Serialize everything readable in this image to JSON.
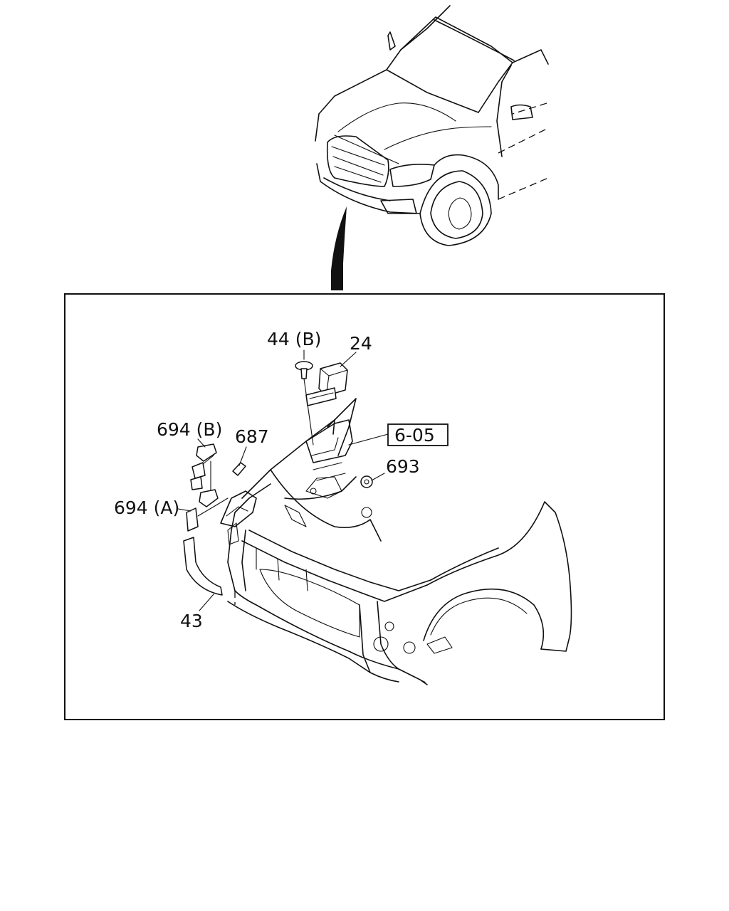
{
  "callouts": {
    "part_44b": "44 (B)",
    "part_24": "24",
    "part_694b": "694 (B)",
    "part_687": "687",
    "ref_605": "6-05",
    "part_693": "693",
    "part_694a": "694 (A)",
    "part_43": "43"
  }
}
